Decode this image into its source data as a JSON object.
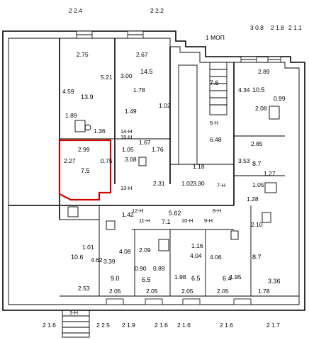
{
  "plan": {
    "top": [
      "2 2.4",
      "2 2.2",
      "1 МОП",
      "3 0.8",
      "2 1.8",
      "2 1.1"
    ],
    "rooms": [
      {
        "id": "1",
        "area": "13.9"
      },
      {
        "id": "1",
        "area": "14.5"
      },
      {
        "id": "1",
        "area": "7.6"
      },
      {
        "id": "1",
        "area": "10.5"
      },
      {
        "id": "1",
        "area": "7.5"
      },
      {
        "id": "1",
        "area": "8.7"
      },
      {
        "id": "1",
        "area": "10.6"
      },
      {
        "id": "1",
        "area": "9.0"
      },
      {
        "id": "1",
        "area": "6.5"
      },
      {
        "id": "1",
        "area": "6.5"
      },
      {
        "id": "1",
        "area": "6.4"
      },
      {
        "id": "1",
        "area": "8.7"
      },
      {
        "id": "3",
        "area": "5.62"
      },
      {
        "id": "3",
        "area": "7.1"
      },
      {
        "id": "2",
        "area": "3.36"
      }
    ],
    "dims": [
      "2.75",
      "2.67",
      "2.89",
      "4.59",
      "5.21",
      "3.00",
      "1.78",
      "1.49",
      "1.02",
      "4.34",
      "2.08",
      "0.99",
      "1.89",
      "1.36",
      "6.48",
      "2.99",
      "2.27",
      "0.75",
      "1.05",
      "1.67",
      "1.76",
      "3.08",
      "1.18",
      "2.85",
      "3.53",
      "1.27",
      "2.31",
      "1.02",
      "3.30",
      "1.05",
      "1.28",
      "1.42",
      "2.10",
      "1.01",
      "4.62",
      "3.39",
      "4.08",
      "2.09",
      "1.16",
      "4.04",
      "4.06",
      "0.90",
      "0.89",
      "1.98",
      "1.95",
      "2.53",
      "2.05",
      "2.05",
      "2.05",
      "2.05",
      "1.78"
    ],
    "codes": [
      "14-Н",
      "15-Н",
      "6-Н",
      "13-Н",
      "7-Н",
      "12-Н",
      "8-Н",
      "11-Н",
      "10-Н",
      "9-Н",
      "3-Н"
    ],
    "bottom": [
      "2 1.6",
      "2 2.5",
      "2 1.9",
      "2 1.6",
      "2 1.6",
      "2 1.6",
      "2 1.7"
    ]
  }
}
